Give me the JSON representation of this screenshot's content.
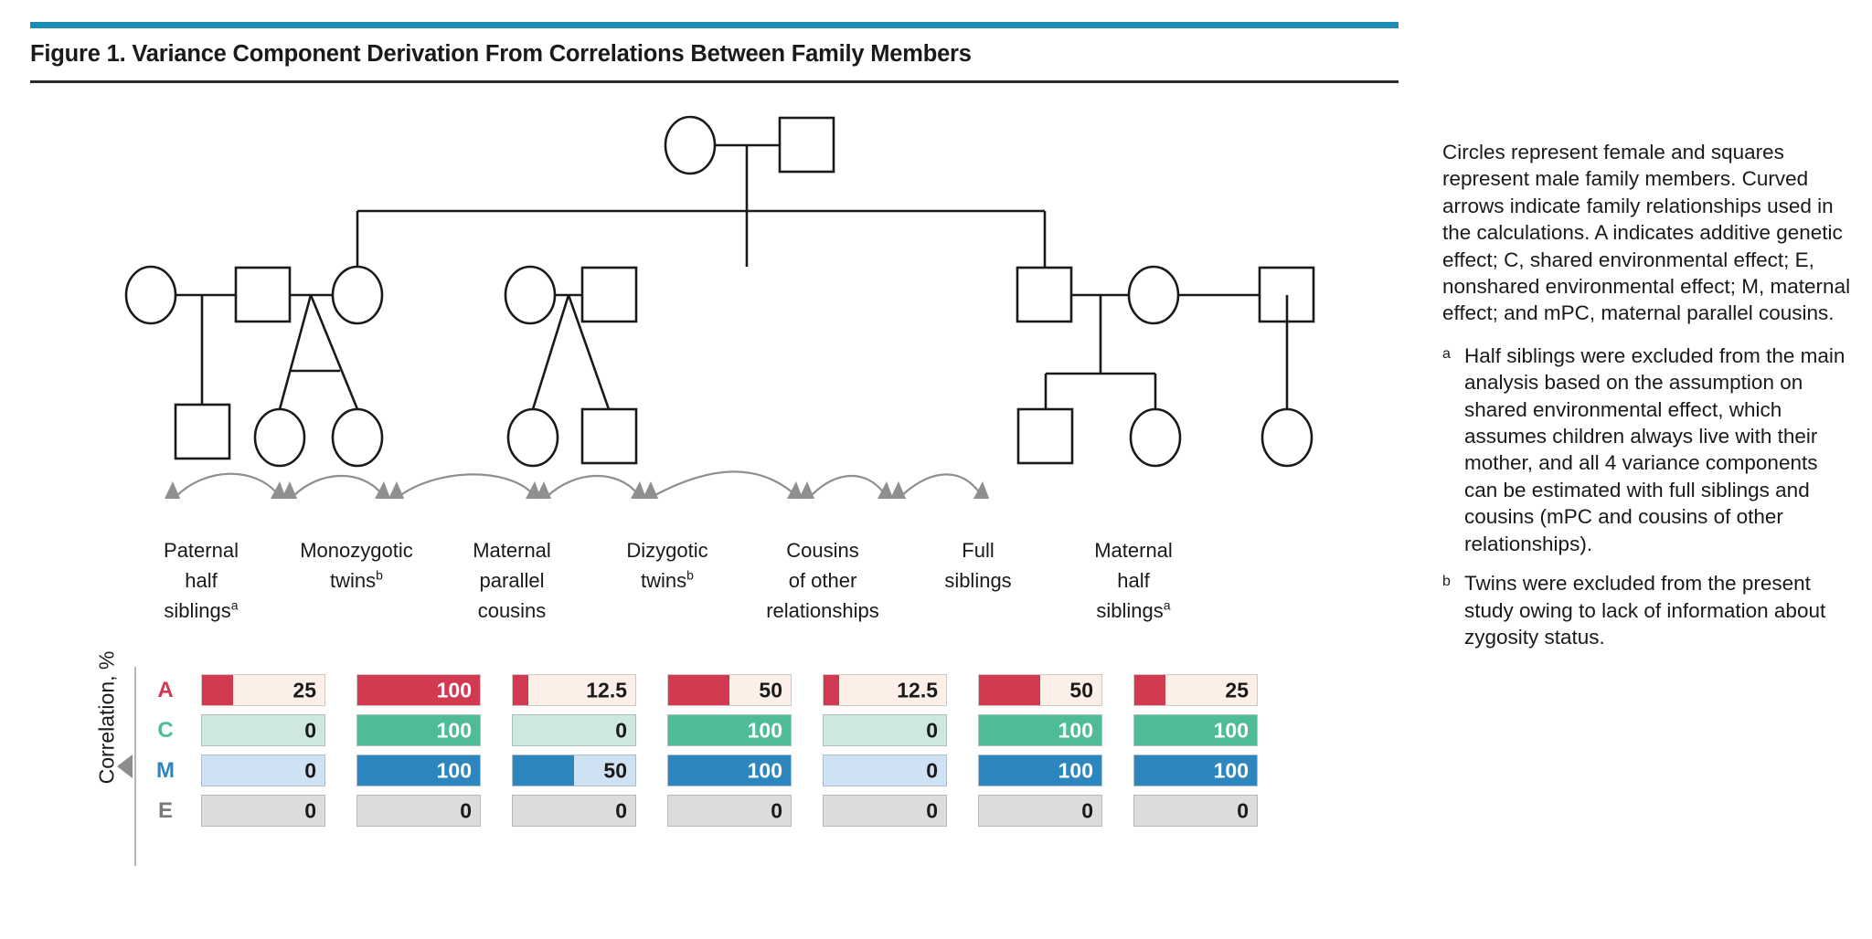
{
  "figure": {
    "title": "Figure 1. Variance Component Derivation From Correlations Between Family Members",
    "accent_color": "#1b8cb5",
    "rule_color": "#2a2a2a"
  },
  "axis": {
    "title": "Correlation, %",
    "unit": "%"
  },
  "legend": {
    "paragraph": "Circles represent female and squares represent male family members. Curved arrows indicate family relationships used in the calculations. A indicates additive genetic effect; C, shared environmental effect; E, nonshared environmental effect; M, maternal effect; and mPC, maternal parallel cousins.",
    "footnotes": [
      {
        "marker": "a",
        "text": "Half siblings were excluded from the main analysis based on the assumption on shared environmental effect, which assumes children always live with their mother, and all 4 variance components can be estimated with full siblings and cousins (mPC and cousins of other relationships)."
      },
      {
        "marker": "b",
        "text": "Twins were excluded from the present study owing to lack of information about zygosity status."
      }
    ]
  },
  "chart_data": {
    "type": "bar",
    "title": "Variance Component Derivation From Correlations Between Family Members",
    "xlabel": "",
    "ylabel": "Correlation, %",
    "ylim": [
      0,
      100
    ],
    "grid": false,
    "legend_position": "none",
    "orientation": "horizontal",
    "categories": [
      "Paternal half siblings",
      "Monozygotic twins",
      "Maternal parallel cousins",
      "Dizygotic twins",
      "Cousins of other relationships",
      "Full siblings",
      "Maternal half siblings"
    ],
    "category_labels": [
      {
        "lines": [
          "Paternal",
          "half",
          "siblings"
        ],
        "superscript": "a"
      },
      {
        "lines": [
          "Monozygotic",
          "twins"
        ],
        "superscript": "b"
      },
      {
        "lines": [
          "Maternal",
          "parallel",
          "cousins"
        ],
        "superscript": ""
      },
      {
        "lines": [
          "Dizygotic",
          "twins"
        ],
        "superscript": "b"
      },
      {
        "lines": [
          "Cousins",
          "of other",
          "relationships"
        ],
        "superscript": ""
      },
      {
        "lines": [
          "Full",
          "siblings"
        ],
        "superscript": ""
      },
      {
        "lines": [
          "Maternal",
          "half",
          "siblings"
        ],
        "superscript": "a"
      }
    ],
    "series": [
      {
        "name": "A",
        "label": "A",
        "description": "additive genetic effect",
        "fill_color": "#d13a51",
        "track_color": "#fbefe8",
        "label_color": "#d13a51",
        "values": [
          25,
          100,
          12.5,
          50,
          12.5,
          50,
          25
        ],
        "display": [
          "25",
          "100",
          "12.5",
          "50",
          "12.5",
          "50",
          "25"
        ]
      },
      {
        "name": "C",
        "label": "C",
        "description": "shared environmental effect",
        "fill_color": "#4fbc96",
        "track_color": "#cfe8dd",
        "label_color": "#4fbc96",
        "values": [
          0,
          100,
          0,
          100,
          0,
          100,
          100
        ],
        "display": [
          "0",
          "100",
          "0",
          "100",
          "0",
          "100",
          "100"
        ]
      },
      {
        "name": "M",
        "label": "M",
        "description": "maternal effect",
        "fill_color": "#2e86be",
        "track_color": "#cfe2f3",
        "label_color": "#2e86be",
        "values": [
          0,
          100,
          50,
          100,
          0,
          100,
          100
        ],
        "display": [
          "0",
          "100",
          "50",
          "100",
          "0",
          "100",
          "100"
        ]
      },
      {
        "name": "E",
        "label": "E",
        "description": "nonshared environmental effect",
        "fill_color": "#dcdcdc",
        "track_color": "#dcdcdc",
        "label_color": "#7a7a7a",
        "values": [
          0,
          0,
          0,
          0,
          0,
          0,
          0
        ],
        "display": [
          "0",
          "0",
          "0",
          "0",
          "0",
          "0",
          "0"
        ]
      }
    ]
  },
  "pedigree": {
    "description": "Three-generation pedigree with circles for female and squares for male family members; curved arrows connect sibling and cousin pairs to the correlation columns below."
  }
}
